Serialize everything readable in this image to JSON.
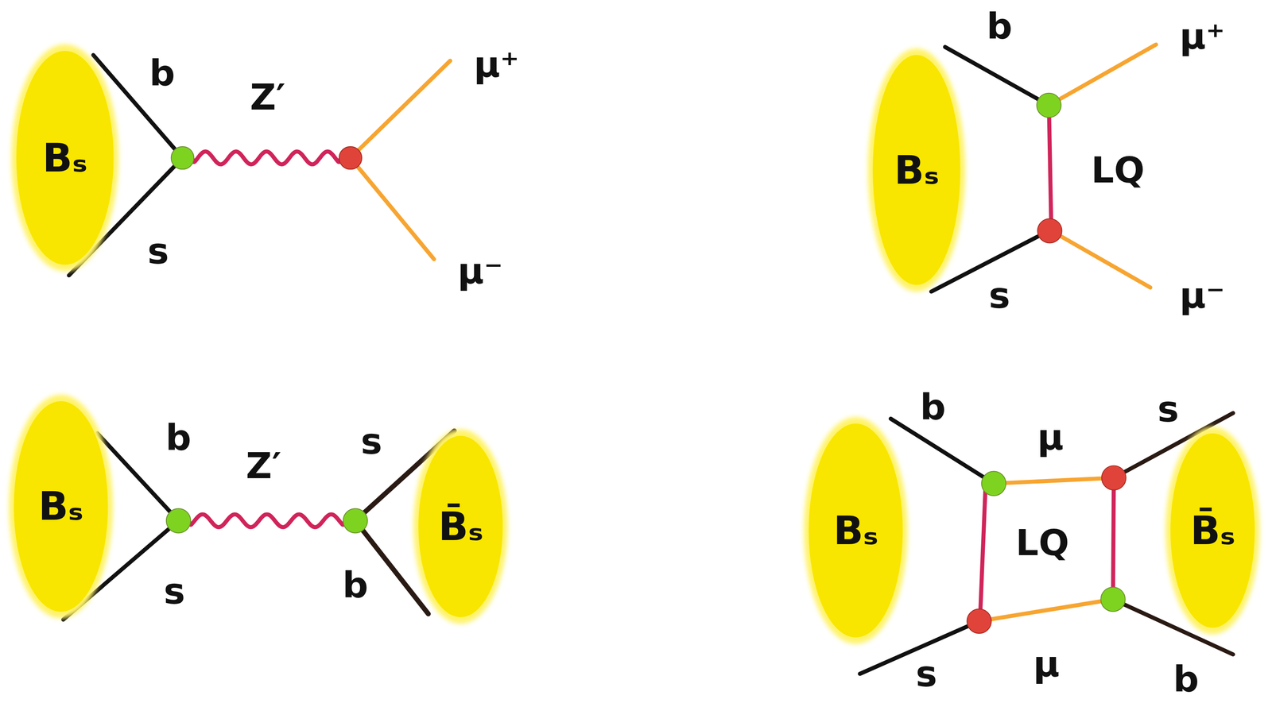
{
  "diagram": {
    "nodes": [
      {
        "text": [
          "Bₛ"
        ]
      },
      {
        "text": [
          "Bₛ"
        ]
      },
      {
        "text": [
          "Bₛ"
        ]
      },
      {
        "text": [
          "B̄ₛ"
        ]
      },
      {
        "text": [
          "Bₛ"
        ]
      },
      {
        "text": [
          "B̄ₛ"
        ]
      }
    ],
    "labels": [
      "b",
      "Z′",
      "μ⁺",
      "s",
      "μ⁻",
      "b",
      "μ⁺",
      "LQ",
      "s",
      "μ⁻",
      "b",
      "Z′",
      "s",
      "s",
      "b",
      "b",
      "μ",
      "s",
      "LQ",
      "s",
      "μ",
      "b"
    ]
  }
}
